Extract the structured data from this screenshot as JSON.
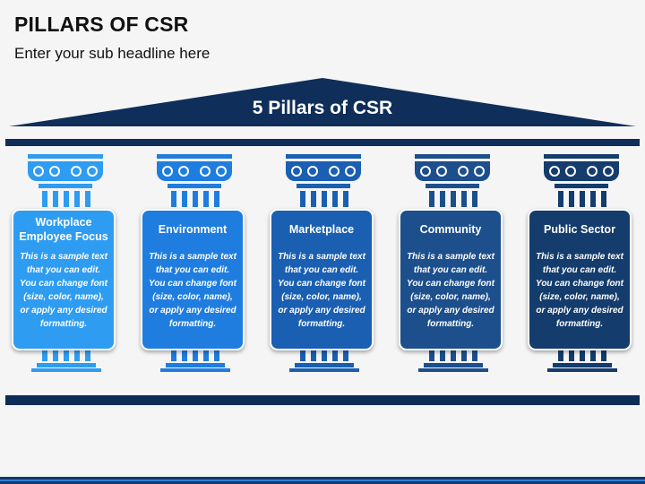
{
  "page": {
    "title": "PILLARS OF CSR",
    "subtitle": "Enter your sub headline here"
  },
  "roof": {
    "label": "5 Pillars of CSR"
  },
  "colors": {
    "roof": "#0f2e5a",
    "base": "#0d2c57"
  },
  "pillars": [
    {
      "title": "Workplace Employee Focus",
      "body": "This is a sample text that you can edit. You can change font (size, color, name), or apply any desired formatting.",
      "color": "#2e9cf1",
      "icon": "ionic-column-icon"
    },
    {
      "title": "Environment",
      "body": "This is a sample text that you can edit. You can change font (size, color, name), or apply any desired formatting.",
      "color": "#1f7ddf",
      "icon": "ionic-column-icon"
    },
    {
      "title": "Marketplace",
      "body": "This is a sample text that you can edit. You can change font (size, color, name), or apply any desired formatting.",
      "color": "#1a5fb2",
      "icon": "ionic-column-icon"
    },
    {
      "title": "Community",
      "body": "This is a sample text that you can edit. You can change font (size, color, name), or apply any desired formatting.",
      "color": "#1c4f8c",
      "icon": "ionic-column-icon"
    },
    {
      "title": "Public Sector",
      "body": "This is a sample text that you can edit. You can change font (size, color, name), or apply any desired formatting.",
      "color": "#143c6d",
      "icon": "ionic-column-icon"
    }
  ]
}
